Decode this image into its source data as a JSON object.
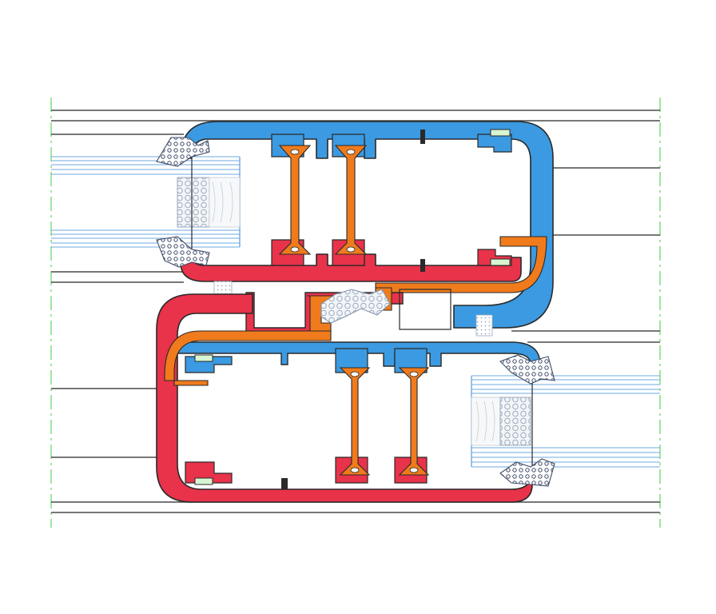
{
  "diagram": {
    "kind": "window-frame-cross-section",
    "text_labels": [],
    "colors": {
      "outer_profile": "#3b9ae1",
      "inner_profile": "#e8334a",
      "thermal_break": "#f07b1c",
      "glazing": "#6ea8e0",
      "gasket": "#9aa9bd",
      "centerline": "#9ee6a0",
      "outline": "#2a2a2a",
      "insulation_fill": "#e9eef2"
    },
    "components": {
      "upper_sash": "upper-sash-profile",
      "lower_sash": "lower-sash-profile",
      "thermal_breaks": 4,
      "glazing_units": 2,
      "seals": 6
    }
  }
}
